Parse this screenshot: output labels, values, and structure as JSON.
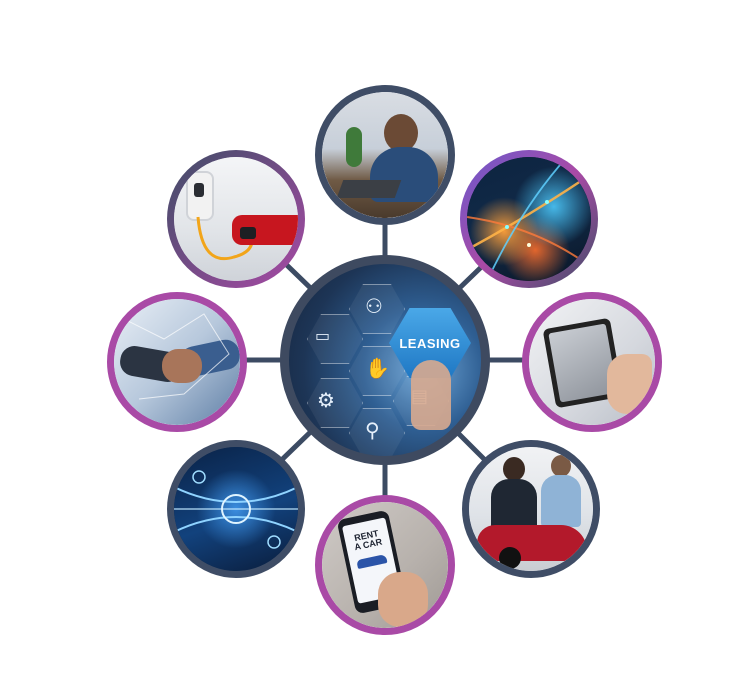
{
  "diagram": {
    "center": {
      "label": "LEASING",
      "icons": [
        "network-icon",
        "money-icon",
        "gears-icon",
        "hand-key-icon",
        "document-icon",
        "magnifier-icon"
      ]
    },
    "phone_screen_text": "RENT\nA CAR",
    "satellites": [
      {
        "name": "man-at-laptop-photo",
        "ring": "slate"
      },
      {
        "name": "city-traffic-night-photo",
        "ring": "gradient"
      },
      {
        "name": "tablet-presentation-photo",
        "ring": "purple"
      },
      {
        "name": "car-dealership-photo",
        "ring": "slate"
      },
      {
        "name": "rent-a-car-phone-photo",
        "ring": "purple"
      },
      {
        "name": "smart-highway-photo",
        "ring": "slate"
      },
      {
        "name": "business-handshake-photo",
        "ring": "purple"
      },
      {
        "name": "ev-charger-photo",
        "ring": "gradient"
      }
    ],
    "colors": {
      "slate": "#3f4d66",
      "purple": "#a94aa6",
      "spoke": "#3c4b63",
      "accent_blue": "#1f78c4"
    }
  }
}
